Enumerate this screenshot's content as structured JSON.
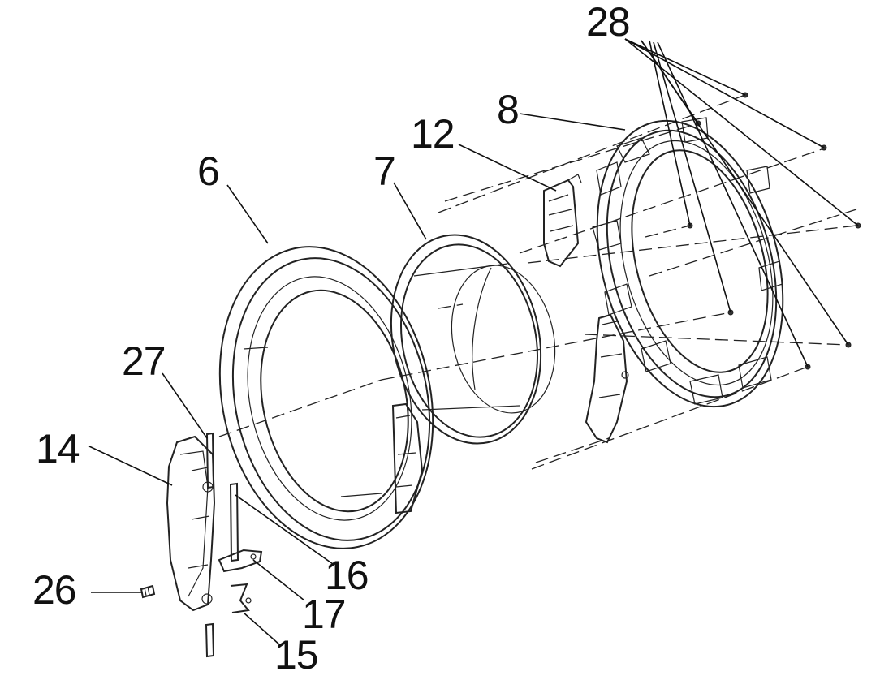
{
  "diagram": {
    "callouts": [
      {
        "id": "label-28",
        "text": "28"
      },
      {
        "id": "label-8",
        "text": "8"
      },
      {
        "id": "label-12",
        "text": "12"
      },
      {
        "id": "label-6",
        "text": "6"
      },
      {
        "id": "label-7",
        "text": "7"
      },
      {
        "id": "label-27",
        "text": "27"
      },
      {
        "id": "label-14",
        "text": "14"
      },
      {
        "id": "label-16",
        "text": "16"
      },
      {
        "id": "label-26",
        "text": "26"
      },
      {
        "id": "label-17",
        "text": "17"
      },
      {
        "id": "label-15",
        "text": "15"
      }
    ]
  }
}
